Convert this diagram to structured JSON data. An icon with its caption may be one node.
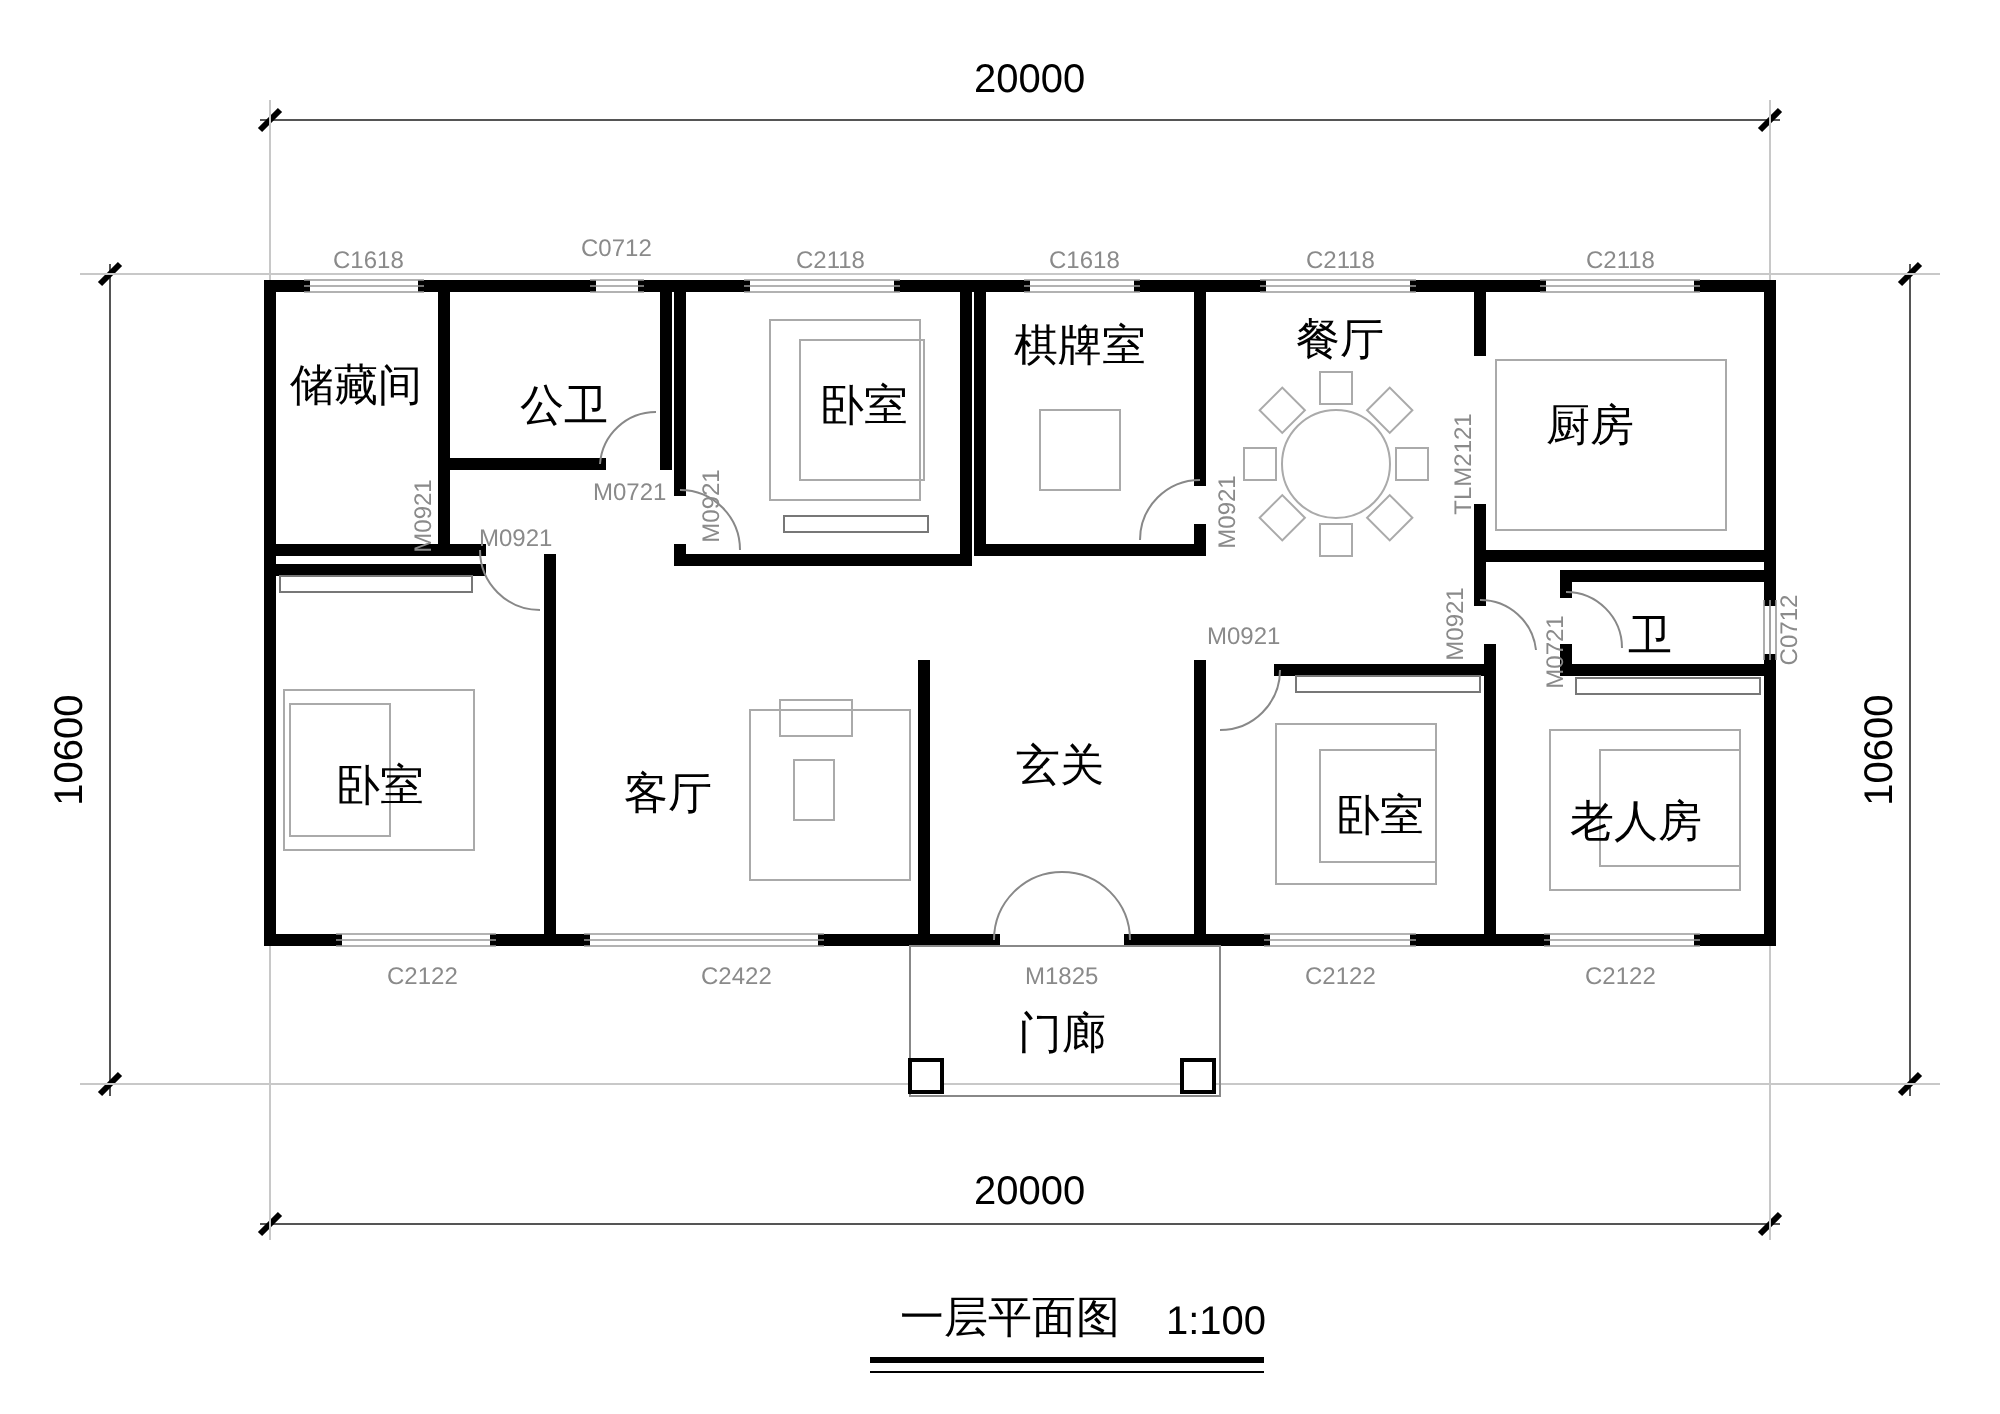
{
  "diagram": {
    "title": "一层平面图",
    "nodes": [
      {
        "text": [
          "储藏间"
        ]
      },
      {
        "text": [
          "公卫"
        ]
      },
      {
        "text": [
          "卧室"
        ]
      },
      {
        "text": [
          "棋牌室"
        ]
      },
      {
        "text": [
          "餐厅"
        ]
      },
      {
        "text": [
          "厨房"
        ]
      },
      {
        "text": [
          "卫"
        ]
      },
      {
        "text": [
          "卧室"
        ]
      },
      {
        "text": [
          "客厅"
        ]
      },
      {
        "text": [
          "玄关"
        ]
      },
      {
        "text": [
          "卧室"
        ]
      },
      {
        "text": [
          "老人房"
        ]
      },
      {
        "text": [
          "门廊"
        ]
      }
    ],
    "labels": [
      "20000",
      "C1618",
      "C0712",
      "C2118",
      "C1618",
      "C2118",
      "C2118",
      "M0721",
      "M0921",
      "M0921",
      "M0921",
      "TLM2121",
      "M0921",
      "M0921",
      "M0721",
      "C0712",
      "M0921",
      "10600",
      "10600",
      "C2122",
      "C2422",
      "M1825",
      "C2122",
      "C2122",
      "20000",
      "1:100"
    ]
  }
}
